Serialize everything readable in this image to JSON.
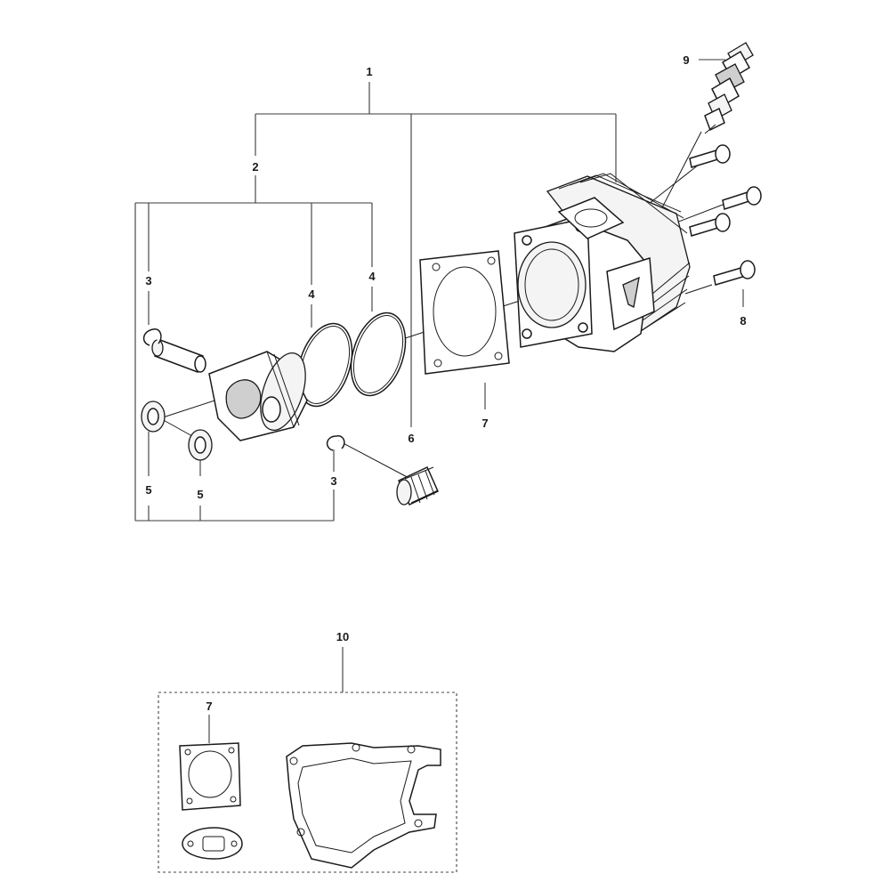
{
  "callouts": {
    "c1": "1",
    "c2": "2",
    "c3a": "3",
    "c3b": "3",
    "c4a": "4",
    "c4b": "4",
    "c5a": "5",
    "c5b": "5",
    "c6": "6",
    "c7a": "7",
    "c8": "8",
    "c9": "9",
    "c10": "10",
    "c7b": "7"
  }
}
